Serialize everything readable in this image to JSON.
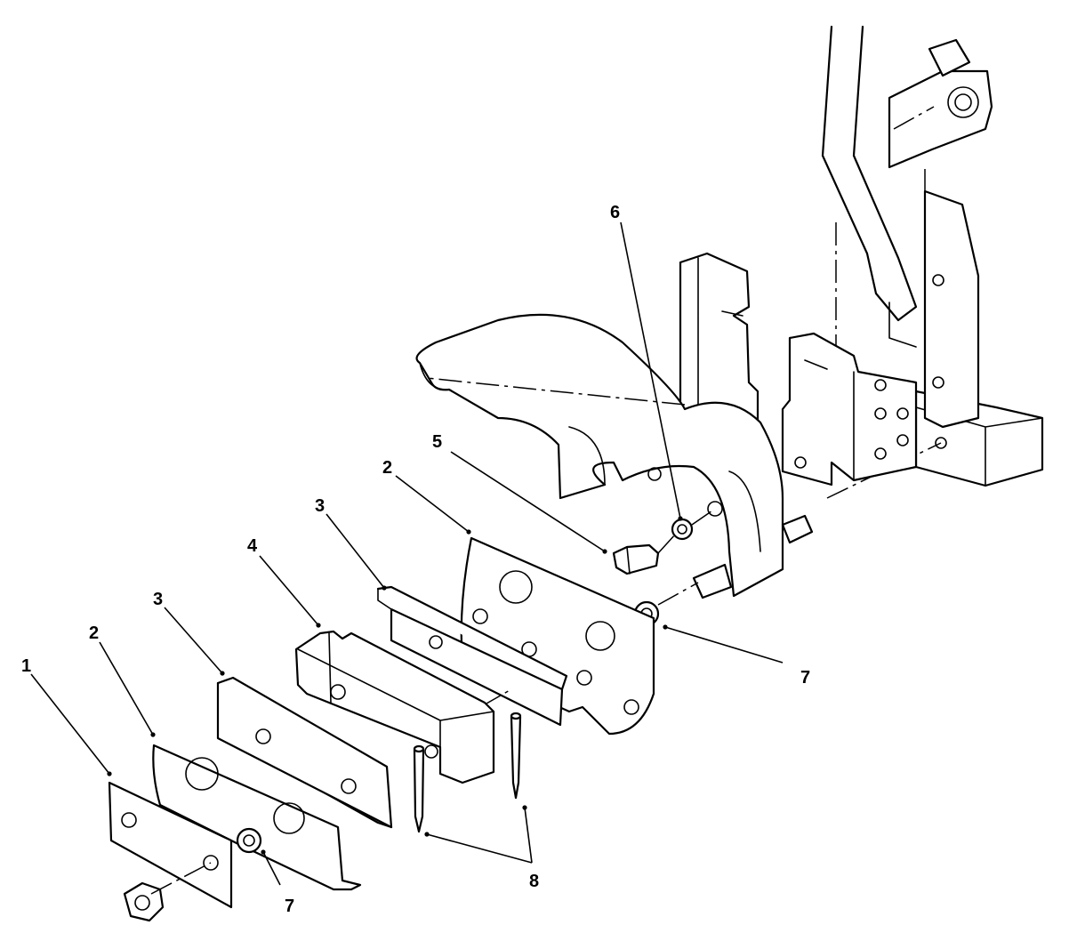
{
  "callouts": [
    {
      "id": "c1",
      "text": "1"
    },
    {
      "id": "c2a",
      "text": "2"
    },
    {
      "id": "c3a",
      "text": "3"
    },
    {
      "id": "c4",
      "text": "4"
    },
    {
      "id": "c3b",
      "text": "3"
    },
    {
      "id": "c2b",
      "text": "2"
    },
    {
      "id": "c5",
      "text": "5"
    },
    {
      "id": "c6",
      "text": "6"
    },
    {
      "id": "c7a",
      "text": "7"
    },
    {
      "id": "c7b",
      "text": "7"
    },
    {
      "id": "c8",
      "text": "8"
    }
  ]
}
